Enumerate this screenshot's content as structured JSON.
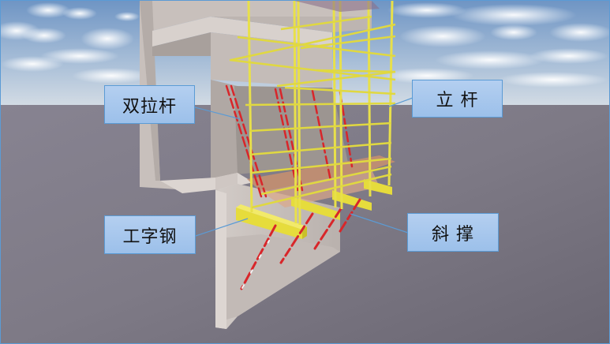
{
  "diagram": {
    "subject": "cantilevered I-beam scaffold on building facade (3D render)",
    "colors": {
      "sky_top": "#6f95c4",
      "sky_bottom": "#c9d6e3",
      "ground": "#7e7a86",
      "concrete": "#c9c1bd",
      "scaffold_tube": "#e8e04a",
      "i_beam": "#e6dc3c",
      "tie_rod_red": "#d8262a",
      "tie_rod_white": "#f2f2f2",
      "callout_fill": "#a8c8ee",
      "callout_border": "#5b9bd5",
      "leader_line": "#5b9bd5"
    },
    "callouts": [
      {
        "id": "double-tie-rod",
        "label": "双拉杆"
      },
      {
        "id": "vertical-pole",
        "label": "立 杆"
      },
      {
        "id": "i-beam",
        "label": "工字钢"
      },
      {
        "id": "diagonal-brace",
        "label": "斜 撑"
      }
    ]
  }
}
